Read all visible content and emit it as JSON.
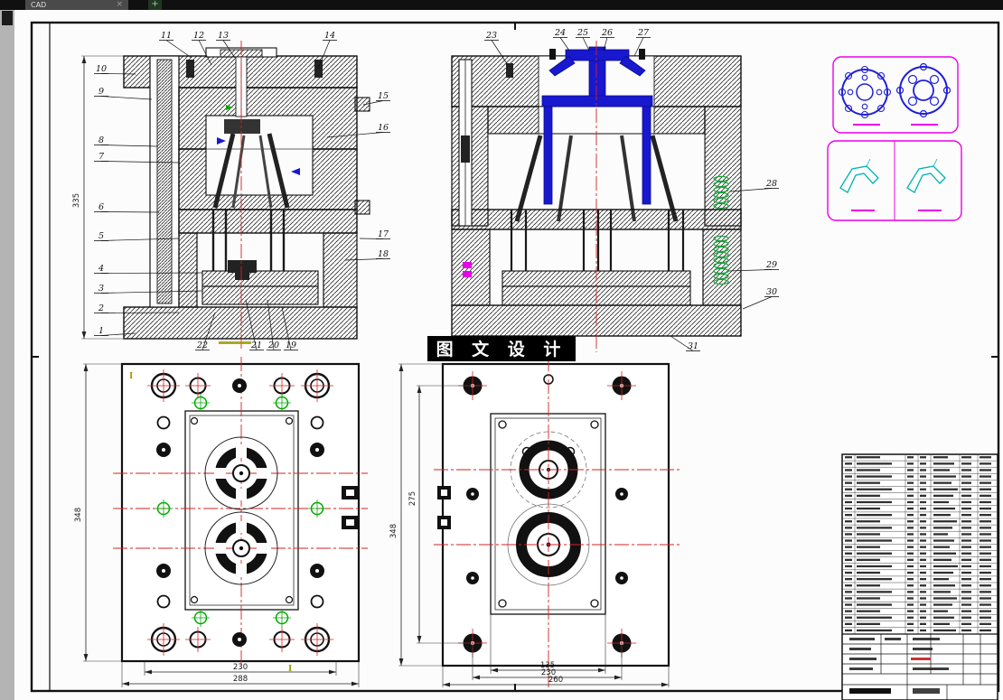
{
  "app": {
    "tab_title": "CAD",
    "close_label": "×",
    "new_tab_label": "+"
  },
  "banner": {
    "text": "图 文 设 计"
  },
  "callouts": {
    "view_a": [
      "1",
      "2",
      "3",
      "4",
      "5",
      "6",
      "7",
      "8",
      "9",
      "10",
      "11",
      "12",
      "13",
      "14",
      "15",
      "16",
      "17",
      "18",
      "19",
      "20",
      "21",
      "22"
    ],
    "view_b": [
      "23",
      "24",
      "25",
      "26",
      "27",
      "28",
      "29",
      "30",
      "31"
    ]
  },
  "dimensions": {
    "view_a_height": "335",
    "view_c_height": "348",
    "view_c_width_inner": "230",
    "view_c_width_outer": "288",
    "view_d_height_outer": "348",
    "view_d_height_inner": "275",
    "view_d_width_inner": "135",
    "view_d_width_mid": "230",
    "view_d_width_outer": "260"
  },
  "section_marks": {
    "mark_top": "Ⅰ",
    "mark_bottom": "Ⅰ"
  },
  "colors": {
    "centerline": "#d42222",
    "highlight_blue": "#1818cf",
    "detail_magenta": "#e800e8",
    "symbol_cyan": "#00b3b3",
    "spring_green": "#18a038",
    "annotation_olive": "#9a9a00"
  }
}
